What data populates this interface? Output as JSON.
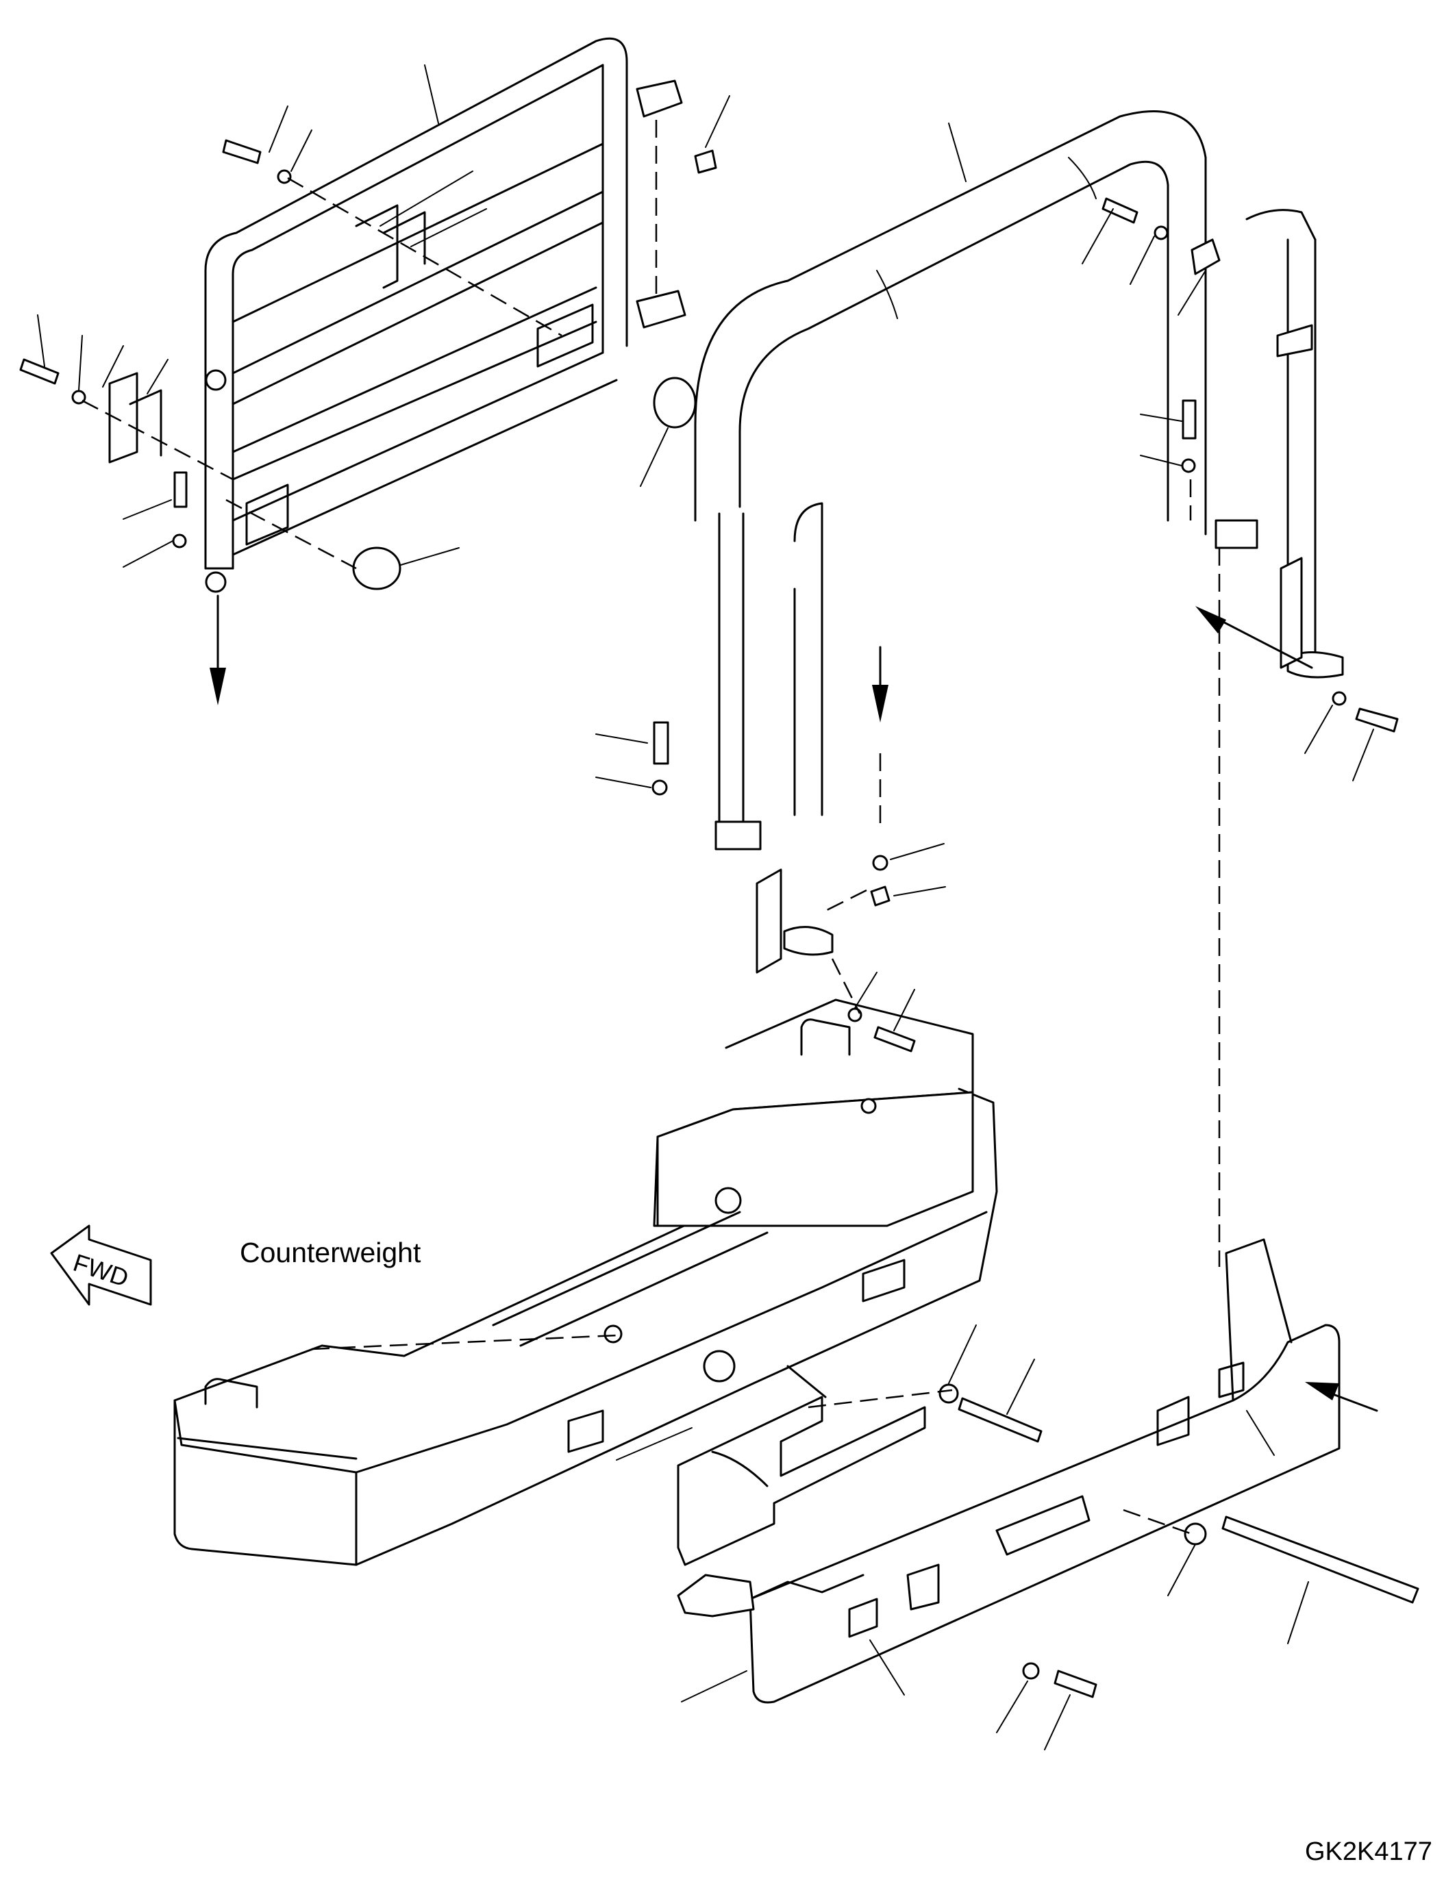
{
  "labels": {
    "counterweight": "Counterweight",
    "drawing_number": "GK2K4177",
    "direction_mark": "FWD"
  },
  "icons": {
    "direction_arrow": "fwd-arrow-icon"
  }
}
